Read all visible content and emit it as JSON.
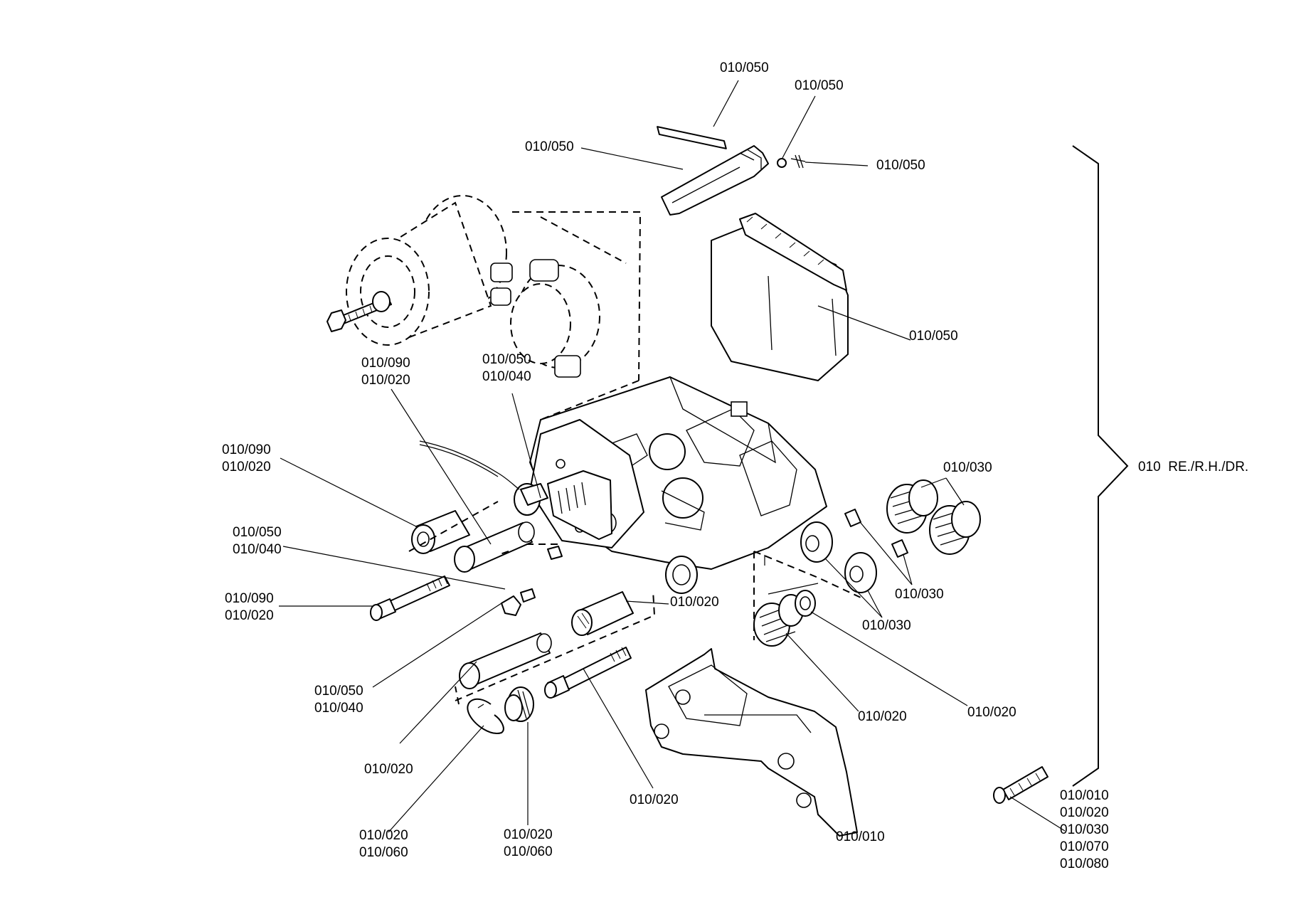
{
  "callouts": {
    "pin_top": "010/050",
    "clip_top": "010/050",
    "spring_plate": "010/050",
    "spring_right": "010/050",
    "pad": "010/050",
    "cable": "010/090\n010/020",
    "sensor_plug": "010/050\n010/040",
    "guide_sleeve": "010/090\n010/020",
    "cap_left": "010/050\n010/040",
    "bolt_left": "010/090\n010/020",
    "boot_right_top": "010/030",
    "tappet": "010/030",
    "thrust_pieces": "010/030",
    "bush_right": "010/020",
    "bellows_lower": "010/020",
    "seal_right": "010/020",
    "sensor_cap": "010/050\n010/040",
    "sleeve_lower": "010/020",
    "bolt_lower": "010/020",
    "ring_lower": "010/020\n010/060",
    "boot_lower": "010/020\n010/060",
    "carrier": "010/010",
    "kit_tube": "010/010\n010/020\n010/030\n010/070\n010/080",
    "assembly": "010  RE./R.H./DR."
  },
  "colors": {
    "line": "#000000",
    "background": "#ffffff"
  }
}
